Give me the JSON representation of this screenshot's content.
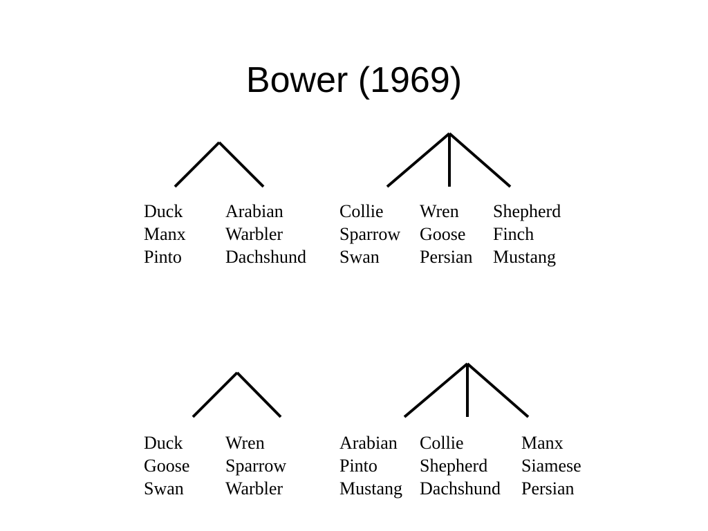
{
  "title": "Bower (1969)",
  "diagrams": [
    {
      "name": "top-left-tree",
      "columns": [
        [
          "Duck",
          "Manx",
          "Pinto"
        ],
        [
          "Arabian",
          "Warbler",
          "Dachshund"
        ]
      ]
    },
    {
      "name": "top-right-tree",
      "columns": [
        [
          "Collie",
          "Sparrow",
          "Swan"
        ],
        [
          "Wren",
          "Goose",
          "Persian"
        ],
        [
          "Shepherd",
          "Finch",
          "Mustang"
        ]
      ]
    },
    {
      "name": "bottom-left-tree",
      "columns": [
        [
          "Duck",
          "Goose",
          "Swan"
        ],
        [
          "Wren",
          "Sparrow",
          "Warbler"
        ]
      ]
    },
    {
      "name": "bottom-right-tree",
      "columns": [
        [
          "Arabian",
          "Pinto",
          "Mustang"
        ],
        [
          "Collie",
          "Shepherd",
          "Dachshund"
        ],
        [
          "Manx",
          "Siamese",
          "Persian"
        ]
      ]
    }
  ]
}
